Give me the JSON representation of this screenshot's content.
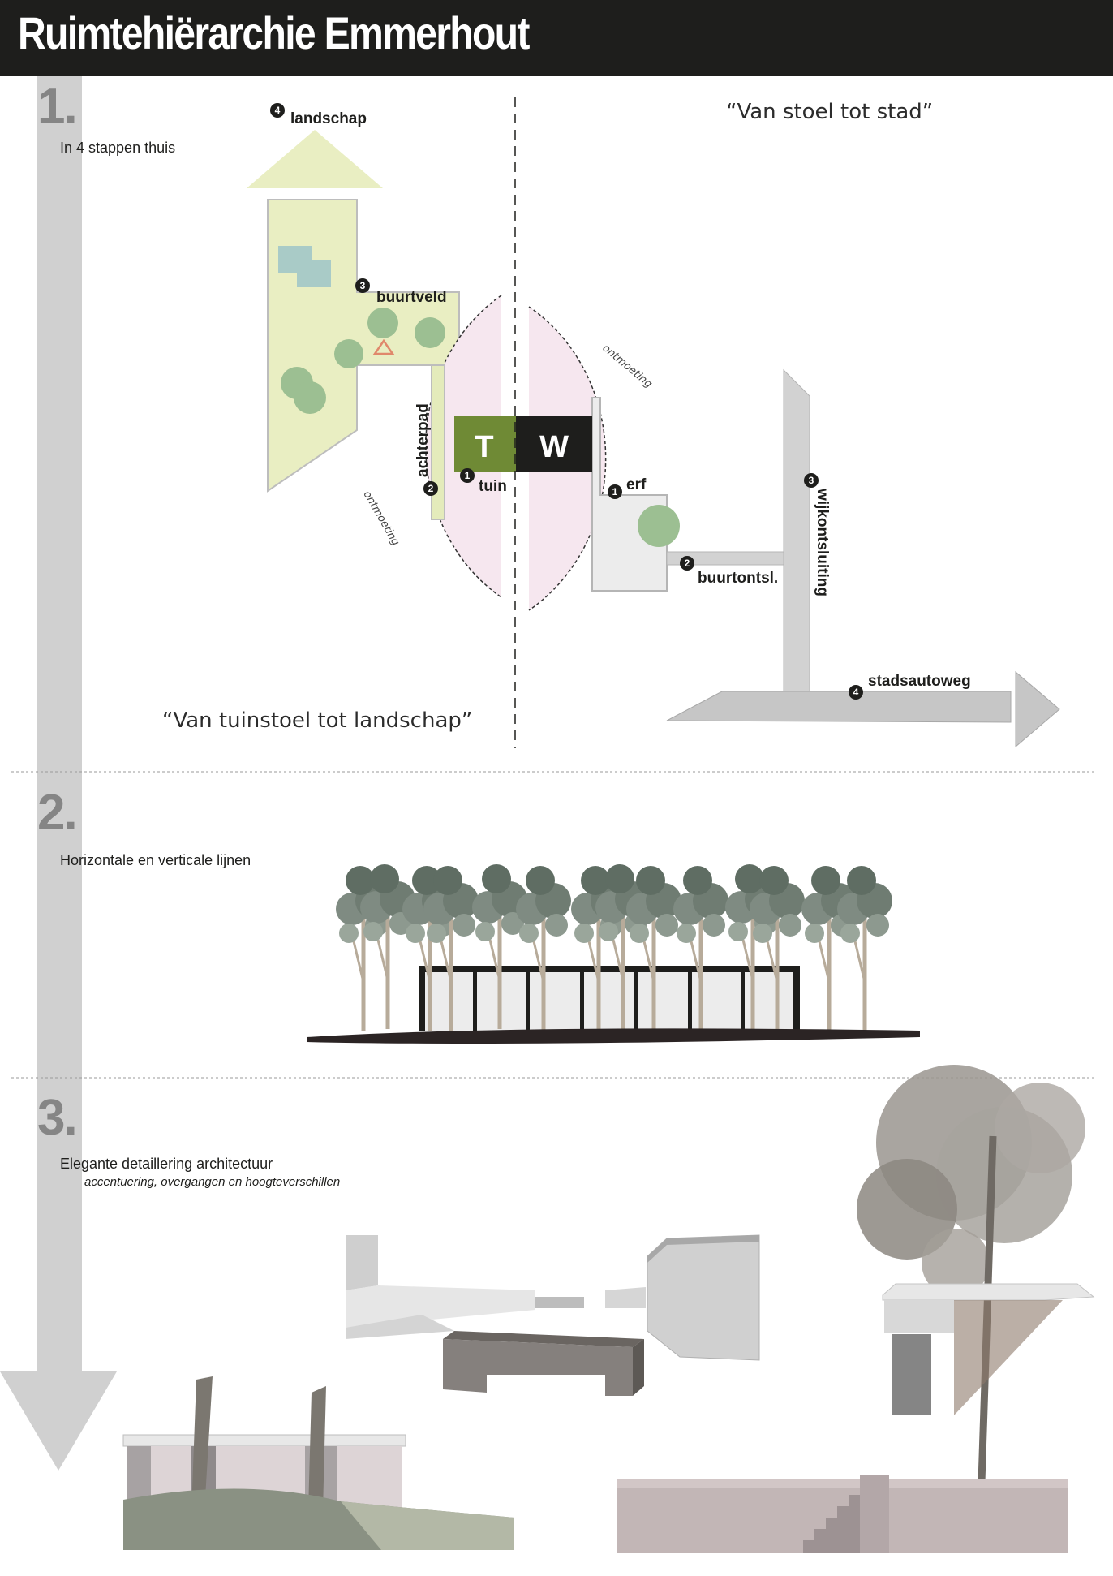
{
  "title": "Ruimtehiërarchie Emmerhout",
  "steps": [
    {
      "number": "1.",
      "title": "In 4 stappen thuis"
    },
    {
      "number": "2.",
      "title": "Horizontale en verticale lijnen"
    },
    {
      "number": "3.",
      "title": "Elegante detaillering architectuur",
      "subtitle": "accentuering, overgangen en hoogteverschillen"
    }
  ],
  "diagram": {
    "quote_left": "“Van tuinstoel tot landschap”",
    "quote_right": "“Van stoel tot stad”",
    "center_left": "T",
    "center_right": "W",
    "encounter": "ontmoeting",
    "left_labels": [
      {
        "num": "1",
        "text": "tuin"
      },
      {
        "num": "2",
        "text": "achterpad"
      },
      {
        "num": "3",
        "text": "buurtveld"
      },
      {
        "num": "4",
        "text": "landschap"
      }
    ],
    "right_labels": [
      {
        "num": "1",
        "text": "erf"
      },
      {
        "num": "2",
        "text": "buurtontsl."
      },
      {
        "num": "3",
        "text": "wijkontsluiting"
      },
      {
        "num": "4",
        "text": "stadsautoweg"
      }
    ]
  },
  "colors": {
    "header": "#1e1e1c",
    "tuin_green": "#6f8a35",
    "wonen_black": "#1e1e1c",
    "landscape_yellow": "#e9eec2",
    "encounter_pink": "#f6e7ef",
    "arrow_grey": "#c8c8c8",
    "tree_green": "#9cbf92"
  }
}
